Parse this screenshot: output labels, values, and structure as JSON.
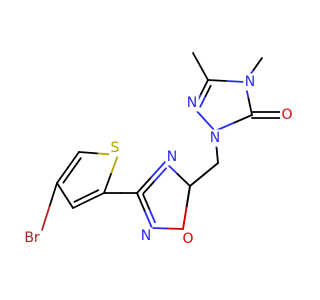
{
  "colors": {
    "carbon": "#000000",
    "nitrogen": "#2a2af0",
    "oxygen": "#e00000",
    "sulfur": "#b5a400",
    "bromine": "#b22222",
    "background": "#ffffff"
  },
  "atoms": {
    "br": "Br",
    "s": "S",
    "n_oxadiazole_top": "N",
    "n_oxadiazole_bottom": "N",
    "o_oxadiazole": "O",
    "n_triazole_1": "N",
    "n_triazole_2": "N",
    "n_triazole_4": "N",
    "o_carbonyl": "O"
  }
}
